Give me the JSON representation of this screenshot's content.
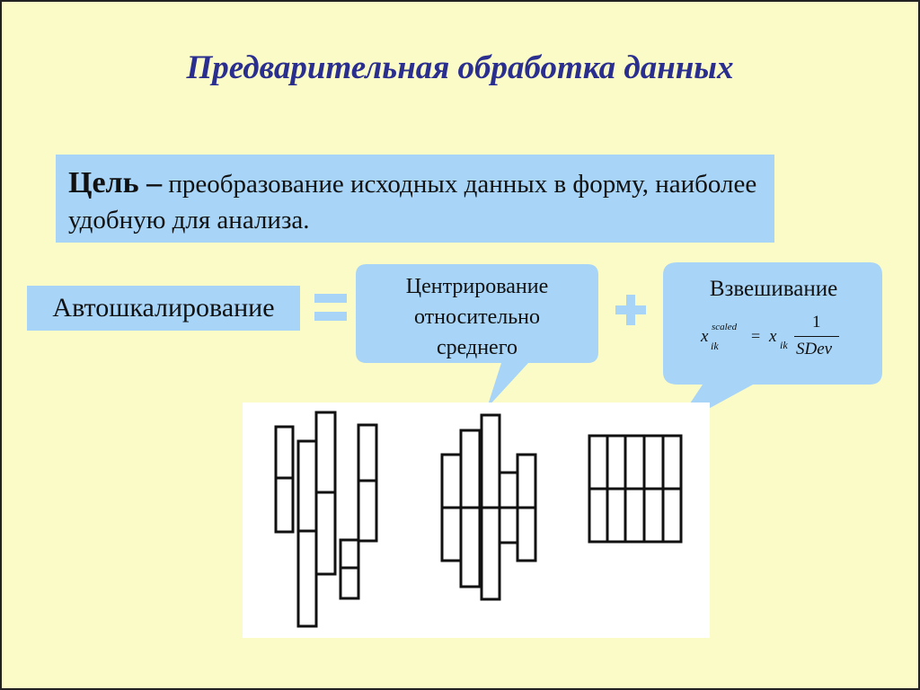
{
  "title": "Предварительная обработка данных",
  "goal": {
    "label": "Цель –",
    "text": "преобразование исходных данных в форму, наиболее удобную для анализа."
  },
  "autoscaling": "Автошкалирование",
  "operators": {
    "equals": "=",
    "plus": "+"
  },
  "centering": {
    "lines": [
      "Центрирование",
      "относительно",
      "среднего"
    ]
  },
  "weighting": {
    "label": "Взвешивание",
    "formula": {
      "lhs_var": "x",
      "lhs_sub": "ik",
      "lhs_sup": "scaled",
      "eq": "=",
      "rhs_var": "x",
      "rhs_sub": "ik",
      "numerator": "1",
      "denominator": "SDev"
    }
  },
  "colors": {
    "background": "#fbfbc7",
    "title": "#2a2e8e",
    "box": "#a7d4f7"
  }
}
